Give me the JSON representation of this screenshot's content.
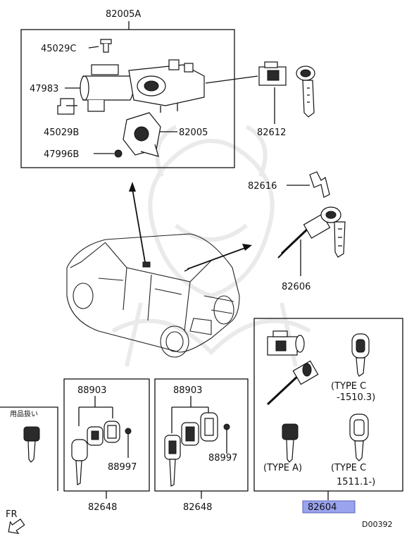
{
  "labels": {
    "assembly_top": "82005A",
    "p45029c": "45029C",
    "p47983": "47983",
    "p45029b": "45029B",
    "p47996b": "47996B",
    "p82005": "82005",
    "p82612": "82612",
    "p82616": "82616",
    "p82606": "82606",
    "handling": "用品扱い",
    "box1_top": "88903",
    "box1_side": "88997",
    "box1_bottom": "82648",
    "box2_top": "88903",
    "box2_side": "88997",
    "box2_bottom": "82648",
    "type_c_1": "(TYPE C",
    "type_c_1_range": "-1510.3)",
    "type_a": "(TYPE A)",
    "type_c_2": "(TYPE C",
    "type_c_2_range": "1511.1-)",
    "highlight_part": "82604",
    "front_marker": "FR",
    "diagram_code": "D00392"
  },
  "colors": {
    "highlight": "#9aa3ee",
    "line": "#111111",
    "watermark": "#e6e6e6"
  }
}
